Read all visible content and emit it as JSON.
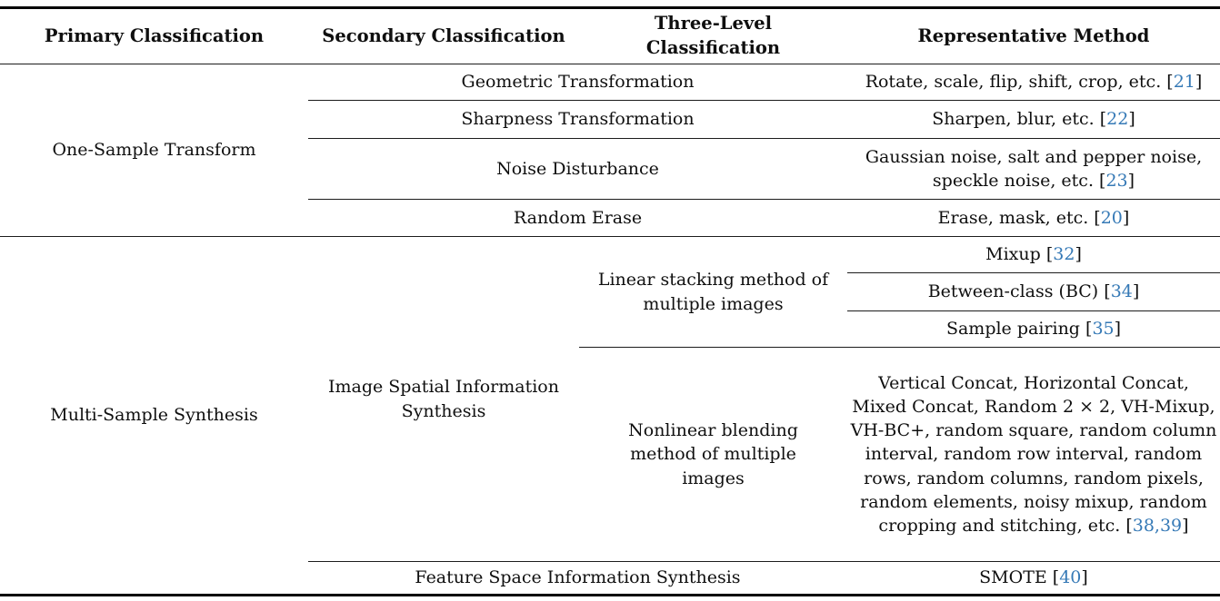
{
  "accent_color": "#3579b6",
  "punct": {
    "open": "[",
    "close": "]"
  },
  "header": {
    "primary": "Primary Classification",
    "secondary": "Secondary Classification",
    "three_level": "Three-Level Classification",
    "method": "Representative Method"
  },
  "one_sample": {
    "primary": "One-Sample Transform",
    "rows": [
      {
        "classification": "Geometric Transformation",
        "method": "Rotate, scale, flip, shift, crop, etc. ",
        "cite": "21"
      },
      {
        "classification": "Sharpness Transformation",
        "method": "Sharpen, blur, etc. ",
        "cite": "22"
      },
      {
        "classification": "Noise Disturbance",
        "method": "Gaussian noise, salt and pepper noise, speckle noise, etc. ",
        "cite": "23"
      },
      {
        "classification": "Random Erase",
        "method": "Erase, mask, etc. ",
        "cite": "20"
      }
    ]
  },
  "multi_sample": {
    "primary": "Multi-Sample Synthesis",
    "secondary_spatial": "Image Spatial Information Synthesis",
    "linear": {
      "label": "Linear stacking method of multiple images",
      "rows": [
        {
          "method": "Mixup ",
          "cite": "32"
        },
        {
          "method": "Between-class (BC) ",
          "cite": "34"
        },
        {
          "method": "Sample pairing ",
          "cite": "35"
        }
      ]
    },
    "nonlinear": {
      "label": "Nonlinear blending method of multiple images",
      "method": "Vertical Concat, Horizontal Concat, Mixed Concat, Random 2 × 2, VH-Mixup, VH-BC+, random square, random column interval, random row interval, random rows, random columns, random pixels, random elements, noisy mixup, random cropping and stitching, etc. ",
      "cite": "38,39"
    },
    "feature": {
      "label": "Feature Space Information Synthesis",
      "method": "SMOTE ",
      "cite": "40"
    }
  }
}
